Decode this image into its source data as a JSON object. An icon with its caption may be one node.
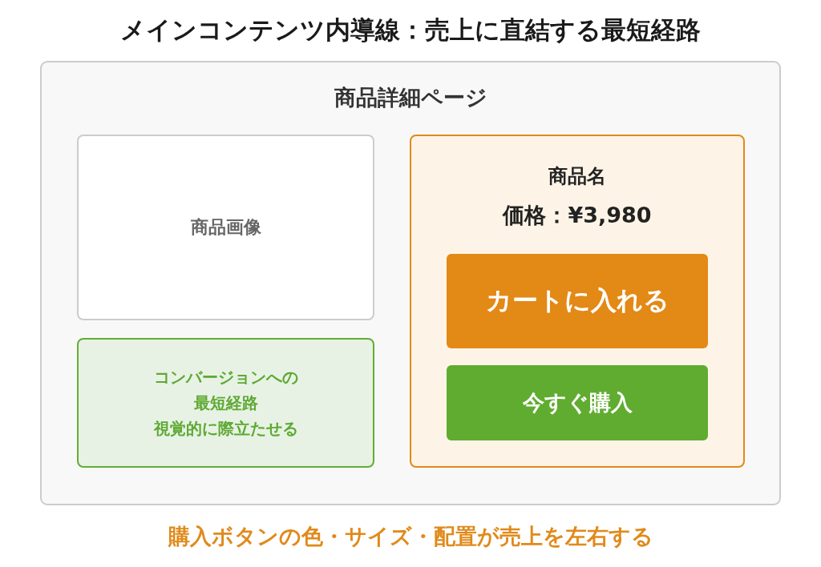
{
  "diagram": {
    "title": "メインコンテンツ内導線：売上に直結する最短経路",
    "nodes": [
      {
        "text": [
          "商品詳細ページ"
        ]
      },
      {
        "text": [
          "商品画像"
        ],
        "in": 0
      },
      {
        "text": [
          "コンバージョンへの最短経路",
          "視覚的に際立たせる"
        ],
        "in": 0
      },
      {
        "text": [
          "商品名",
          "価格：¥3,980"
        ],
        "in": 0
      },
      {
        "text": [
          "カートに入れる"
        ],
        "in": 3
      },
      {
        "text": [
          "今すぐ購入"
        ],
        "in": 3
      }
    ],
    "caption": "購入ボタンの色・サイズ・配置が売上を左右する"
  }
}
